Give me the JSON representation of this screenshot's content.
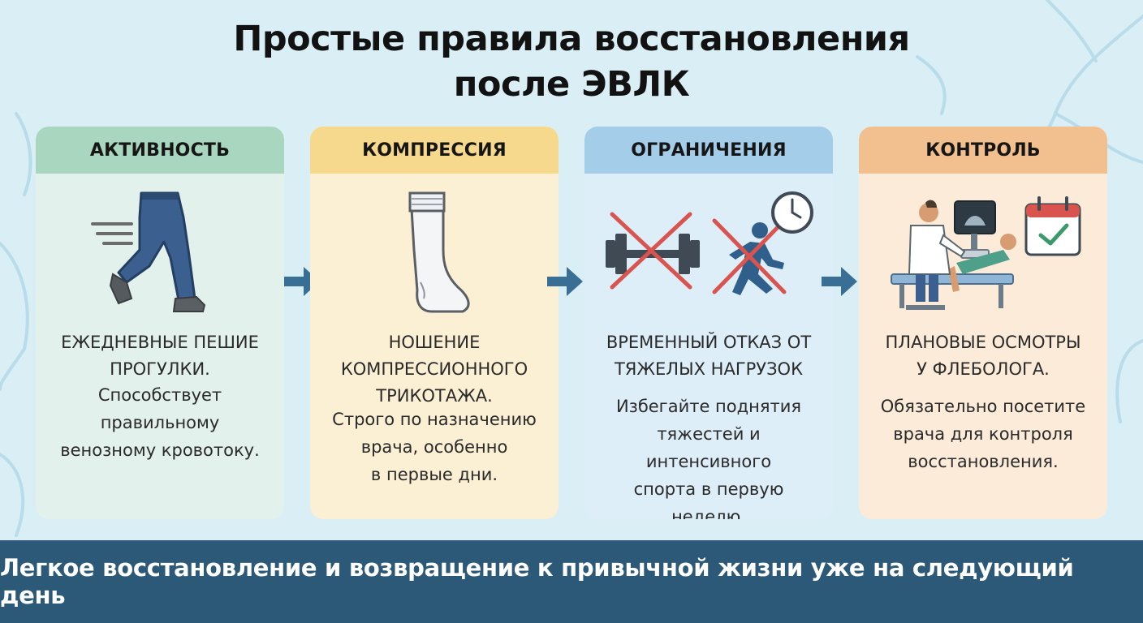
{
  "title": {
    "line1": "Простые правила восстановления",
    "line2": "после ЭВЛК"
  },
  "cards": [
    {
      "header": "АКТИВНОСТЬ",
      "heading": "ЕЖЕДНЕВНЫЕ ПЕШИЕ\nПРОГУЛКИ.",
      "body": "Способствует\nправильному\nвенозному кровотоку.",
      "icon": "walking-legs-icon",
      "header_color": "#a8d6bf"
    },
    {
      "header": "КОМПРЕССИЯ",
      "heading": "НОШЕНИЕ\nКОМПРЕССИОННОГО\nТРИКОТАЖА.",
      "body": "Строго по назначению\nврача, особенно\nв первые дни.",
      "icon": "compression-stocking-icon",
      "header_color": "#f7d98d"
    },
    {
      "header": "ОГРАНИЧЕНИЯ",
      "heading": "ВРЕМЕННЫЙ ОТКАЗ ОТ\nТЯЖЕЛЫХ НАГРУЗОК",
      "body": "Избегайте поднятия\nтяжестей и интенсивного\nспорта в первую неделю.",
      "icon": "no-heavy-exercise-icon",
      "header_color": "#a3cde9"
    },
    {
      "header": "КОНТРОЛЬ",
      "heading": "ПЛАНОВЫЕ ОСМОТРЫ\nУ ФЛЕБОЛОГА.",
      "body": "Обязательно посетите\nврача для контроля\nвосстановления.",
      "icon": "doctor-ultrasound-icon",
      "header_color": "#f2bf8f"
    }
  ],
  "footer": {
    "text": "Легкое восстановление и возвращение к привычной жизни уже на следующий день"
  },
  "colors": {
    "background": "#d9eef5",
    "footer": "#2c5978",
    "arrow": "#3a6f95"
  }
}
